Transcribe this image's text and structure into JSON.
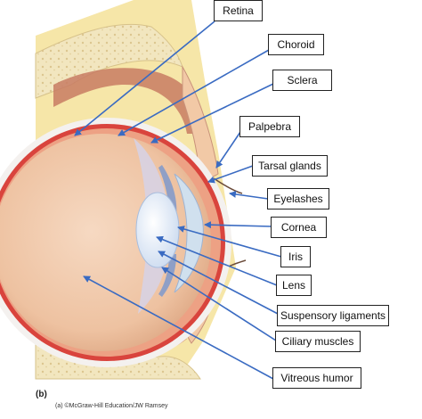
{
  "labels": {
    "retina": "Retina",
    "choroid": "Choroid",
    "sclera": "Sclera",
    "palpebra": "Palpebra",
    "tarsal_glands": "Tarsal glands",
    "eyelashes": "Eyelashes",
    "cornea": "Cornea",
    "iris": "Iris",
    "lens": "Lens",
    "suspensory_ligaments": "Suspensory ligaments",
    "ciliary_muscles": "Ciliary muscles",
    "vitreous_humor": "Vitreous humor"
  },
  "caption": {
    "part": "(b)",
    "credit": "(a) ©McGraw-Hill Education/JW Ramsey"
  },
  "colors": {
    "arrow": "#3a6bc2",
    "bone": "#efe3b8",
    "eye_interior": "#efc6a6",
    "retina_red": "#d9443d",
    "sclera_white": "#f4f1ef",
    "lens_blue": "#dfe9f7",
    "fat_yellow": "#f6e6a8",
    "muscle": "#c87b63"
  }
}
